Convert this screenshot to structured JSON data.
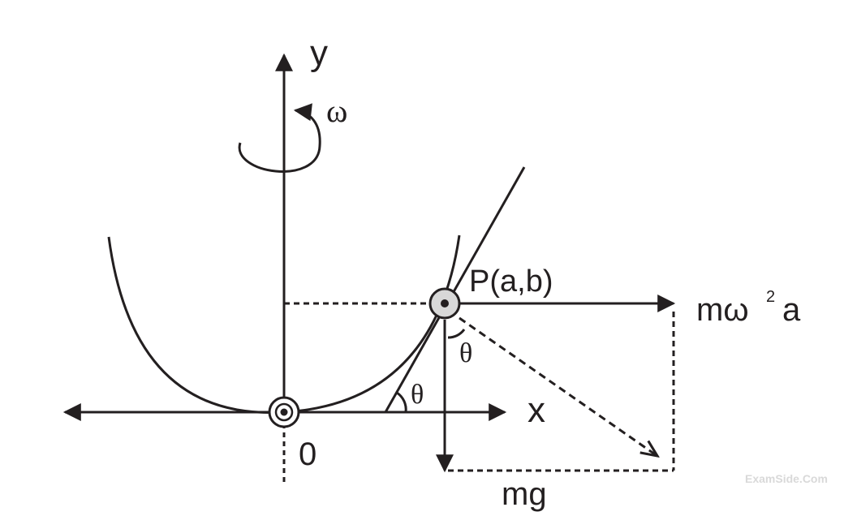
{
  "labels": {
    "y_axis": "y",
    "x_axis": "x",
    "omega": "ω",
    "origin": "0",
    "point": "P(a,b)",
    "theta_ground": "θ",
    "theta_point": "θ",
    "centrifugal_force_m": "mω",
    "centrifugal_force_exp": "2",
    "centrifugal_force_a": "a",
    "weight": "mg"
  },
  "watermark": "ExamSide.Com",
  "colors": {
    "ink": "#231f20",
    "bead_fill": "#d8d8d8",
    "watermark": "#d9d9d9"
  }
}
